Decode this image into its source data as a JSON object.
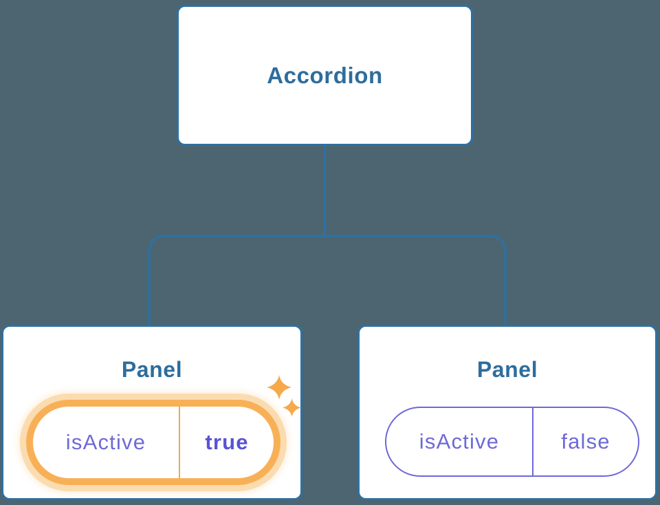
{
  "diagram": {
    "kind": "component-state-tree",
    "background_color": "#4c6570",
    "connector_color": "#2f70a1",
    "tree": {
      "root": {
        "label": "Accordion"
      },
      "children": [
        {
          "title": "Panel",
          "prop": {
            "name": "isActive",
            "value": "true"
          },
          "highlighted": true
        },
        {
          "title": "Panel",
          "prop": {
            "name": "isActive",
            "value": "false"
          },
          "highlighted": false
        }
      ]
    },
    "colors": {
      "node_border": "#2f70a1",
      "node_title_text": "#2e6d9c",
      "state_text": "#6e6ad8",
      "state_value_active_text": "#5a52d5",
      "highlight_ring": "#f8b057",
      "highlight_glow": "#fbdcb0",
      "highlight_divider": "#f0a94e",
      "sparkle": "#f6a94b"
    }
  }
}
